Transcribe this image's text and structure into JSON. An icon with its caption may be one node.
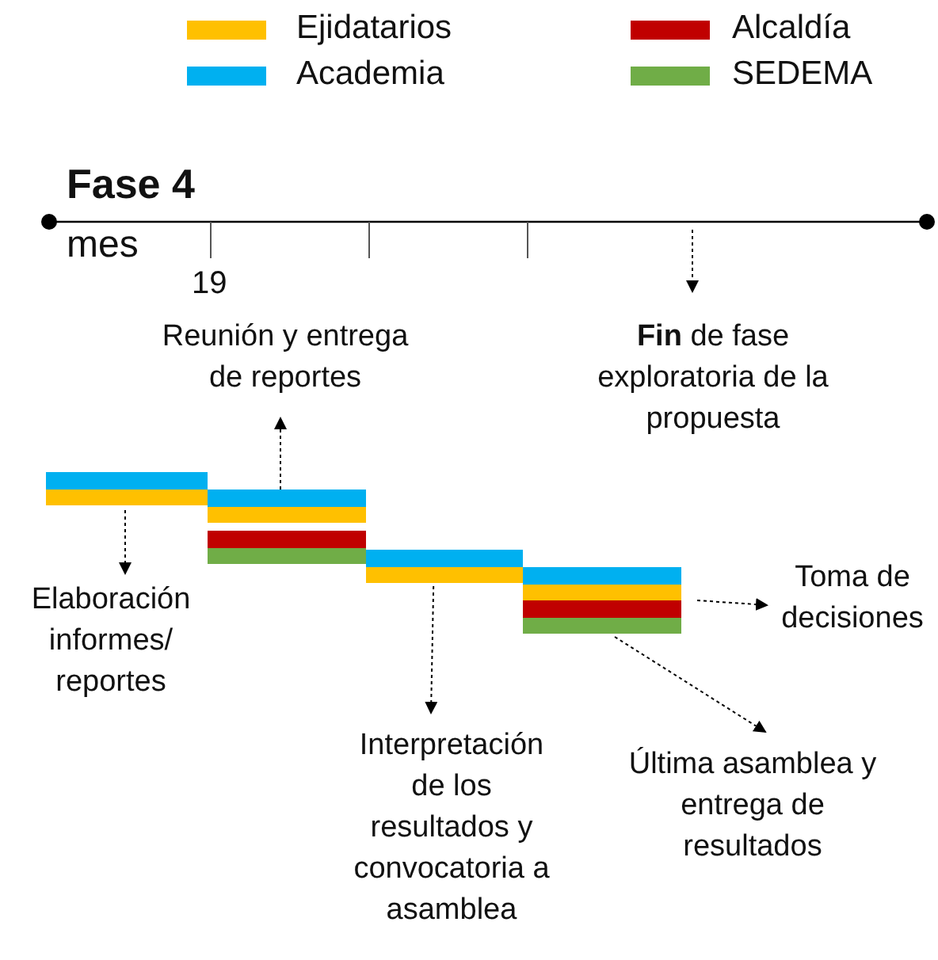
{
  "diagram": {
    "nodes": [
      {
        "text": [
          "Reunión y entrega de reportes"
        ]
      },
      {
        "text": [
          "**Fin** de fase exploratoria de la propuesta"
        ]
      },
      {
        "text": [],
        "shape": "bar"
      },
      {
        "text": [],
        "shape": "bar"
      },
      {
        "text": [],
        "shape": "bar"
      },
      {
        "text": [],
        "shape": "bar"
      },
      {
        "text": [
          "Toma de decisiones"
        ]
      },
      {
        "text": [
          "Elaboración informes/ reportes"
        ]
      },
      {
        "text": [
          "Interpretación de los resultados y convocatoria a asamblea"
        ]
      },
      {
        "text": [
          "Última asamblea y entrega de resultados"
        ]
      }
    ],
    "edges": [
      {
        "from": 3,
        "to": 0,
        "arrow": "to",
        "style": "dashed"
      },
      {
        "from": null,
        "to": 1,
        "arrow": "to",
        "style": "dashed"
      },
      {
        "from": 2,
        "to": 7,
        "arrow": "to",
        "style": "dashed"
      },
      {
        "from": 4,
        "to": 8,
        "arrow": "to",
        "style": "dashed"
      },
      {
        "from": 5,
        "to": 6,
        "arrow": "to",
        "style": "dashed"
      },
      {
        "from": 5,
        "to": 9,
        "arrow": "to",
        "style": "dashed"
      }
    ],
    "labels": [
      "Fase 4",
      "mes",
      "19"
    ],
    "legend": [
      {
        "text": "Ejidatarios",
        "color": "#ffc000"
      },
      {
        "text": "Alcaldía",
        "color": "#c00000"
      },
      {
        "text": "Academia",
        "color": "#00b0f0"
      },
      {
        "text": "SEDEMA",
        "color": "#70ad47"
      }
    ]
  }
}
